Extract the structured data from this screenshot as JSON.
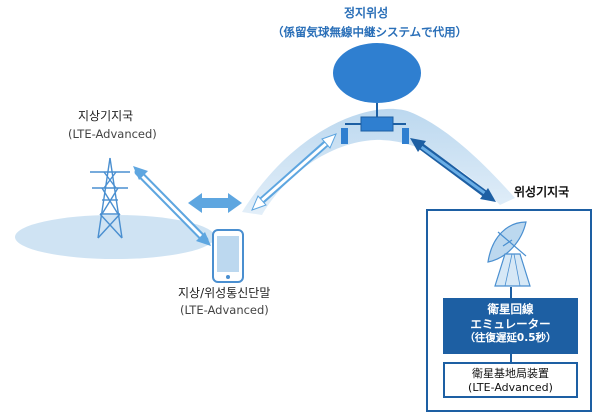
{
  "satellite": {
    "title": "정지위성",
    "subtitle": "（係留気球無線中継システムで代用）"
  },
  "ground_station": {
    "title": "지상기지국",
    "subtitle": "(LTE-Advanced)"
  },
  "terminal": {
    "title": "지상/위성통신단말",
    "subtitle": "(LTE-Advanced)"
  },
  "satellite_ground_station": {
    "title": "위성기지국",
    "emulator_line1": "衛星回線",
    "emulator_line2": "エミュレーター",
    "emulator_line3": "（往復遅延0.5秒）",
    "base_line1": "衛星基地局装置",
    "base_line2": "(LTE-Advanced)"
  },
  "colors": {
    "accent_blue": "#1d5fa3",
    "light_blue": "#cfe3f3",
    "balloon_blue": "#2f7fd0",
    "arrow_blue": "#6aaee6"
  }
}
